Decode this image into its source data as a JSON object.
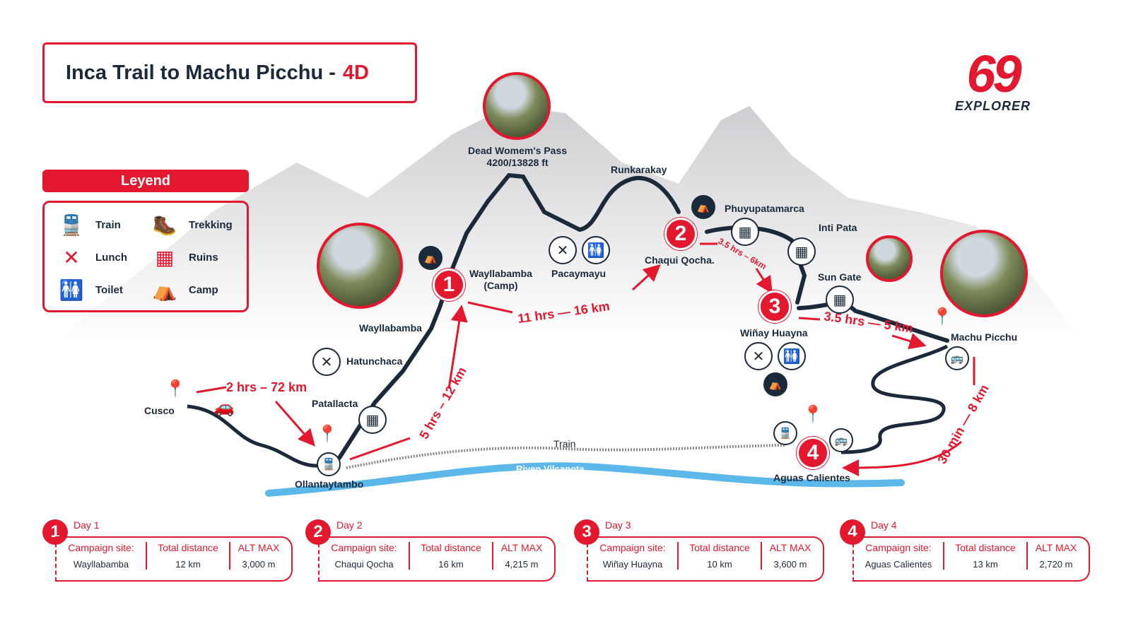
{
  "title": {
    "main": "Inca Trail to Machu Picchu -",
    "accent": "4D"
  },
  "logo": {
    "number": "69",
    "word": "EXPLORER"
  },
  "legend": {
    "heading": "Leyend",
    "items": [
      {
        "label": "Train",
        "icon": "train-icon"
      },
      {
        "label": "Trekking",
        "icon": "hiker-icon"
      },
      {
        "label": "Lunch",
        "icon": "utensils-icon"
      },
      {
        "label": "Ruins",
        "icon": "ruins-icon"
      },
      {
        "label": "Toilet",
        "icon": "toilet-icon"
      },
      {
        "label": "Camp",
        "icon": "tent-icon"
      }
    ]
  },
  "places": {
    "cusco": "Cusco",
    "ollantaytambo": "Ollantaytambo",
    "patallacta": "Patallacta",
    "hatunchaca": "Hatunchaca",
    "wayllabamba": "Wayllabamba",
    "wayllabamba_camp": "Wayllabamba\n(Camp)",
    "dead_womans_pass": "Dead Womem's Pass\n4200/13828 ft",
    "pacaymayu": "Pacaymayu",
    "runkarakay": "Runkarakay",
    "chaqui_qocha": "Chaqui Qocha.",
    "phuyupatamarca": "Phuyupatamarca",
    "inti_pata": "Inti Pata",
    "sun_gate": "Sun Gate",
    "winay_huayna": "Wiñay Huayna",
    "machu_picchu": "Machu Picchu",
    "aguas_calientes": "Aguas Calientes",
    "train": "Train",
    "river": "Riven Vilcanota"
  },
  "segments": {
    "cusco_ollanta": "2 hrs – 72 km",
    "ollanta_day1": "5 hrs – 12 km",
    "day1_day2": "11 hrs — 16 km",
    "day2_day3": "3.5 hrs – 6km",
    "day3_mp": "3.5 hrs — 5 km",
    "mp_aguas": "30 min — 8 km"
  },
  "markers": [
    "1",
    "2",
    "3",
    "4"
  ],
  "days": [
    {
      "n": "1",
      "day": "Day 1",
      "site_label": "Campaign site:",
      "site": "Wayllabamba",
      "dist_label": "Total distance",
      "dist": "12 km",
      "alt_label": "ALT MAX",
      "alt": "3,000 m"
    },
    {
      "n": "2",
      "day": "Day 2",
      "site_label": "Campaign site:",
      "site": "Chaqui Qocha",
      "dist_label": "Total distance",
      "dist": "16 km",
      "alt_label": "ALT MAX",
      "alt": "4,215 m"
    },
    {
      "n": "3",
      "day": "Day 3",
      "site_label": "Campaign site:",
      "site": "Wiñay Huayna",
      "dist_label": "Total distance",
      "dist": "10 km",
      "alt_label": "ALT MAX",
      "alt": "3,600 m"
    },
    {
      "n": "4",
      "day": "Day 4",
      "site_label": "Campaign site:",
      "site": "Aguas Calientes",
      "dist_label": "Total distance",
      "dist": "13 km",
      "alt_label": "ALT MAX",
      "alt": "2,720 m"
    }
  ],
  "colors": {
    "accent": "#e3172d",
    "trail": "#1b2a3a",
    "river": "#5bb8e8",
    "mountain": "#d9d9dc"
  }
}
